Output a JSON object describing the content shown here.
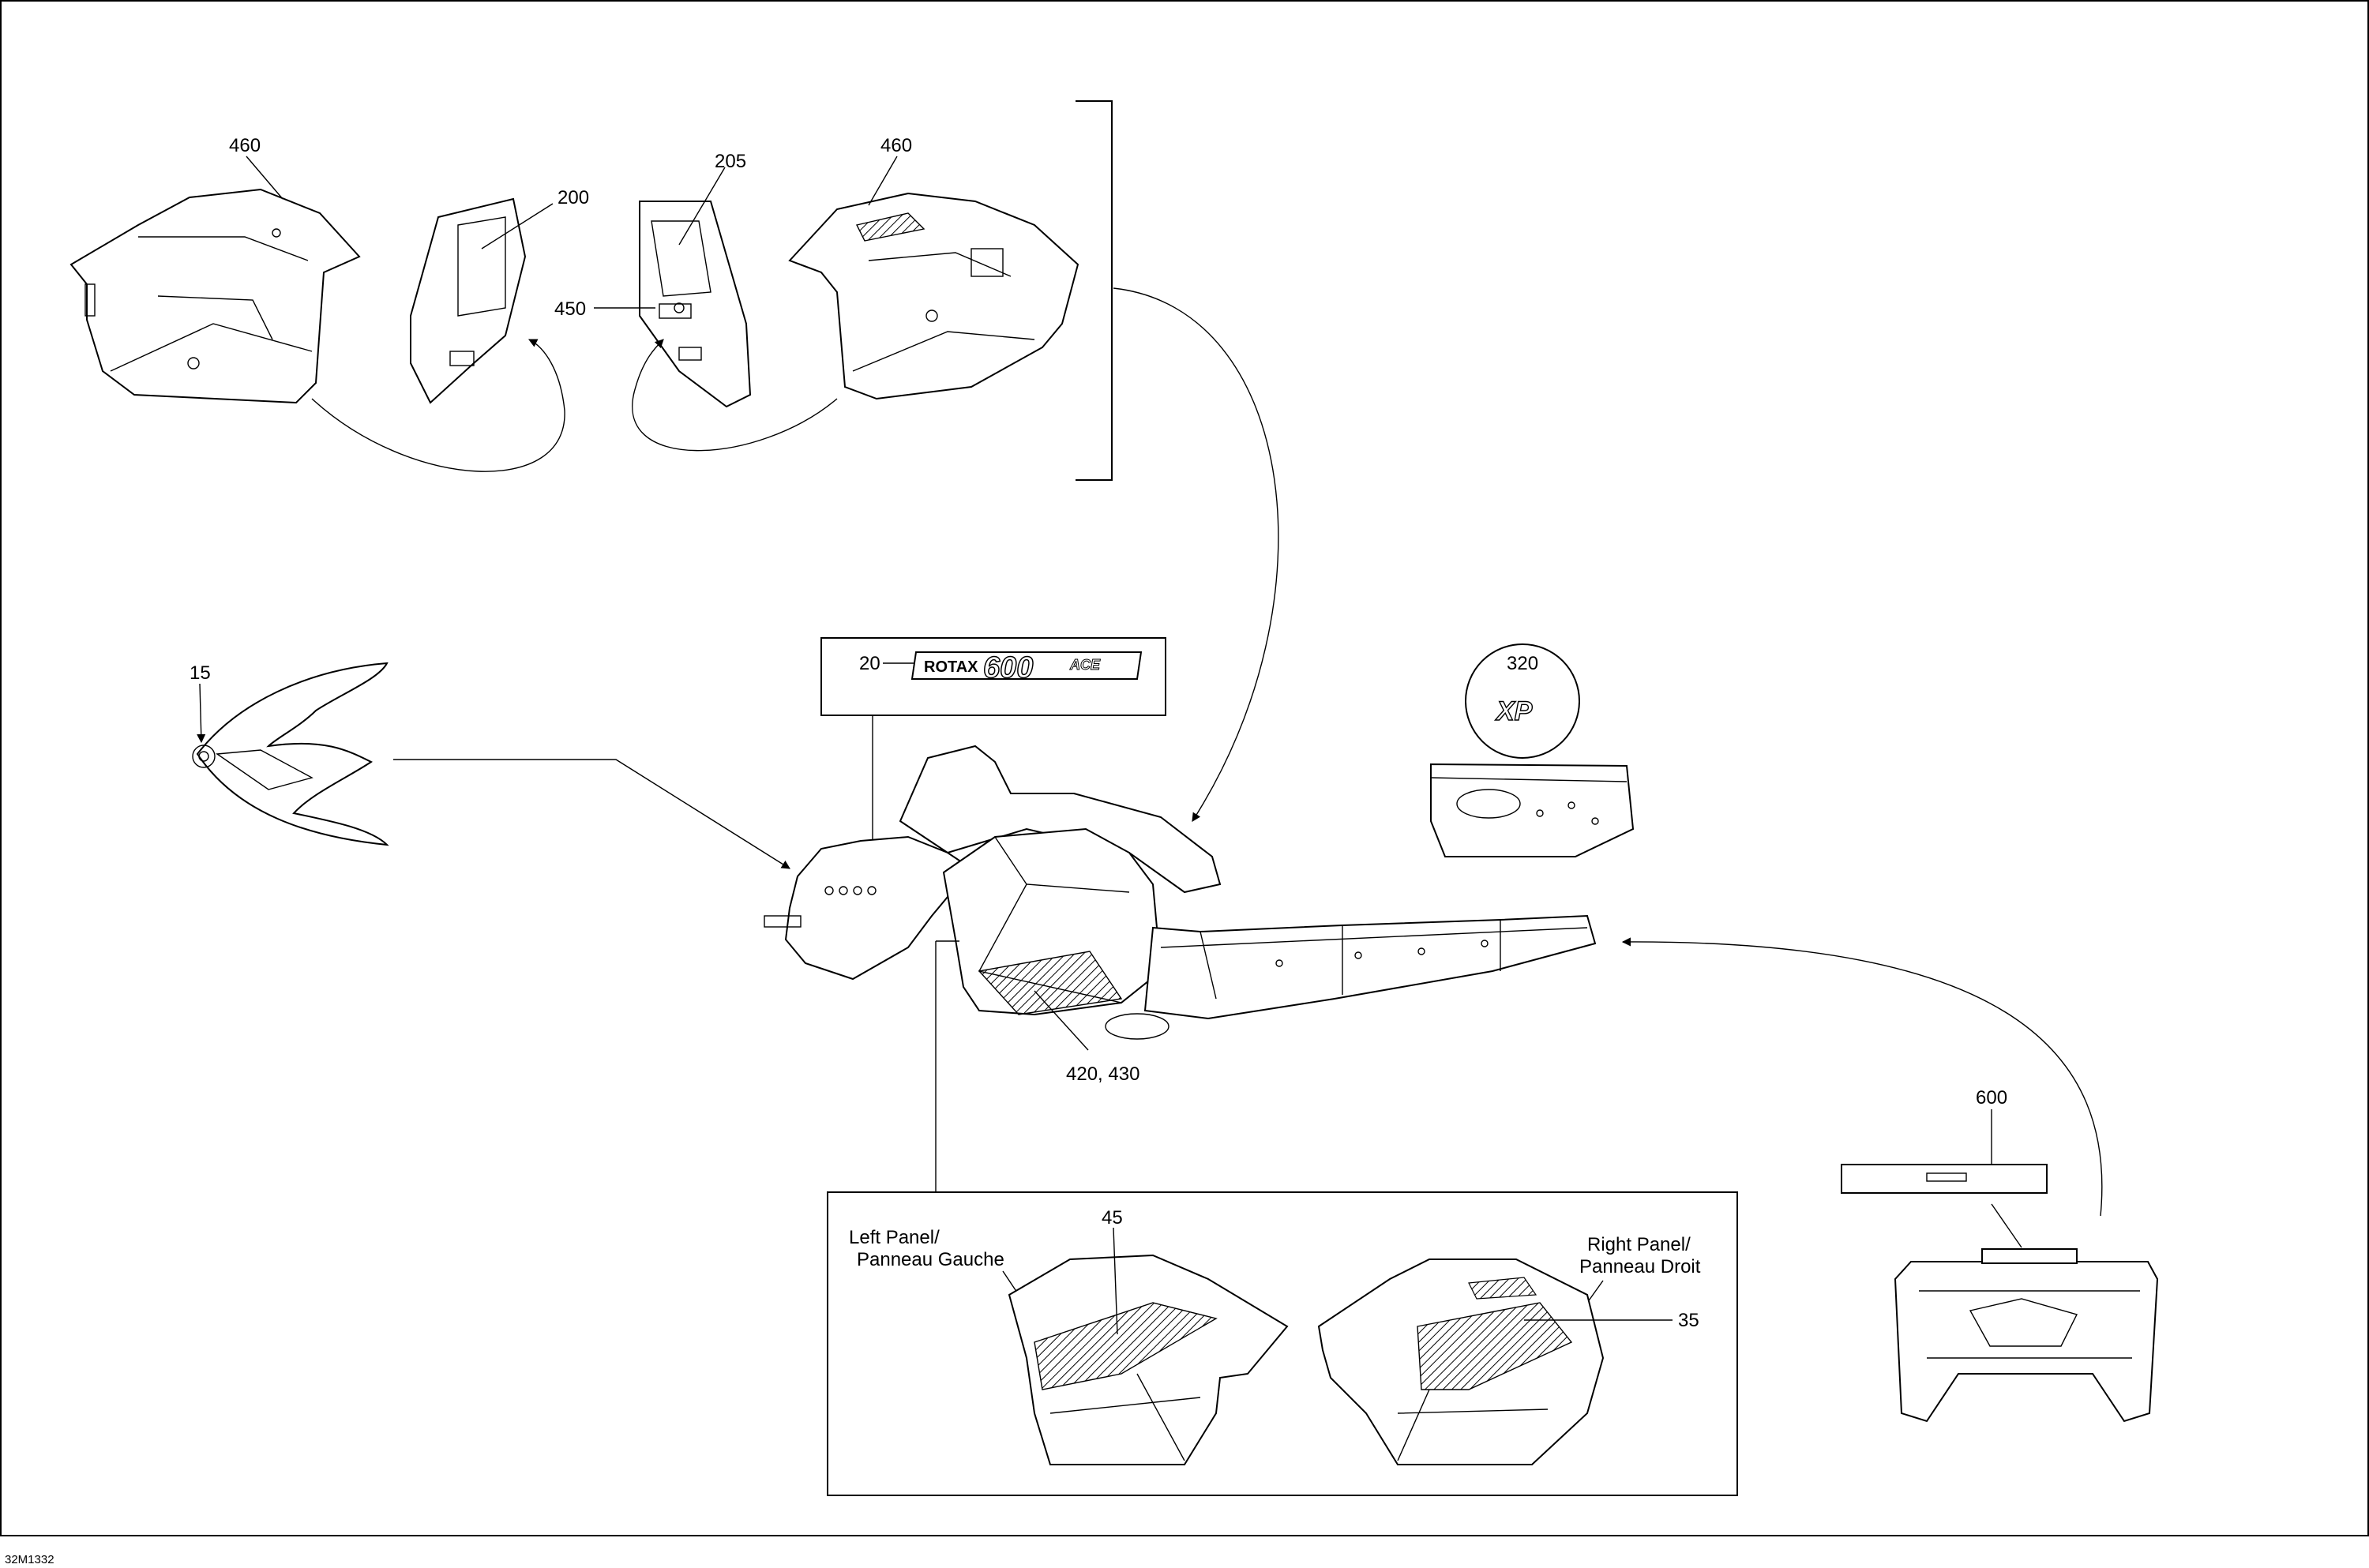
{
  "callouts": {
    "c460_left": "460",
    "c200": "200",
    "c205": "205",
    "c460_right": "460",
    "c450": "450",
    "c15": "15",
    "c20": "20",
    "c320": "320",
    "c420_430": "420, 430",
    "c600": "600",
    "c45": "45",
    "c35": "35"
  },
  "decals": {
    "rotax_word": "ROTAX",
    "rotax_number": "600",
    "rotax_suffix": "ACE",
    "xp_badge": "XP"
  },
  "panels": {
    "left_line1": "Left Panel/",
    "left_line2": "Panneau Gauche",
    "right_line1": "Right Panel/",
    "right_line2": "Panneau Droit"
  },
  "drawing_id": "32M1332"
}
